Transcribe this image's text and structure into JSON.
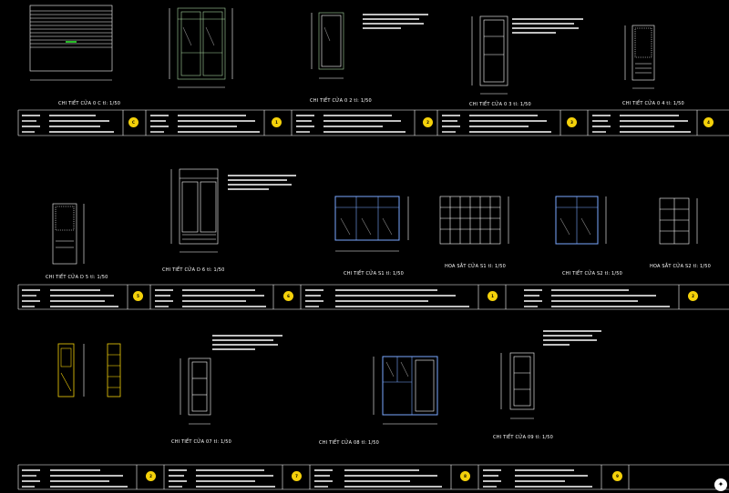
{
  "drawing": {
    "row1_details": [
      {
        "title": "CHI TIẾT CỬA 0 C",
        "scale": "tl: 1/50"
      },
      {
        "title": "CHI TIẾT CỬA 0 2",
        "scale": "tl: 1/50"
      },
      {
        "title": "CHI TIẾT CỬA 0 3",
        "scale": "tl: 1/50"
      },
      {
        "title": "CHI TIẾT CỬA 0 4",
        "scale": "tl: 1/50"
      }
    ],
    "row2_details": [
      {
        "title": "CHI TIẾT CỬA D 5",
        "scale": "tl: 1/50"
      },
      {
        "title": "CHI TIẾT CỬA D 6",
        "scale": "tl: 1/50"
      },
      {
        "title": "CHI TIẾT CỬA S1",
        "scale": "tl: 1/50"
      },
      {
        "title": "HOA SẮT CỬA S1",
        "scale": "tl: 1/50"
      },
      {
        "title": "CHI TIẾT CỬA S2",
        "scale": "tl: 1/50"
      },
      {
        "title": "HOA SẮT CỬA S2",
        "scale": "tl: 1/50"
      }
    ],
    "row3_details": [
      {
        "title": "CHI TIẾT CỬA 07",
        "scale": "tl: 1/50"
      },
      {
        "title": "CHI TIẾT CỬA 08",
        "scale": "tl: 1/50"
      },
      {
        "title": "CHI TIẾT CỬA 09",
        "scale": "tl: 1/50"
      }
    ],
    "tags": [
      "C",
      "1",
      "2",
      "3",
      "4",
      "5",
      "6",
      "1",
      "2",
      "2",
      "7",
      "8",
      "9"
    ],
    "colors": {
      "background": "#000000",
      "lines": "#ffffff",
      "frame": "#a8d5a0",
      "glass_blue": "#7aa8ff",
      "tag": "#f4d10a"
    },
    "nav_icon": "compass-icon"
  }
}
